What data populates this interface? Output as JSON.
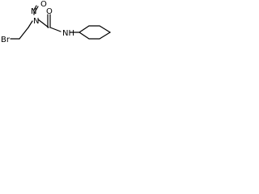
{
  "diagram": {
    "atoms": {
      "bromine": "Br",
      "nitroso_oxygen": "O",
      "nitroso_nitrogen": "N",
      "amide_nitrogen": "N",
      "carbonyl_oxygen": "O",
      "amide_hydrogen_nitrogen": "NH"
    }
  }
}
